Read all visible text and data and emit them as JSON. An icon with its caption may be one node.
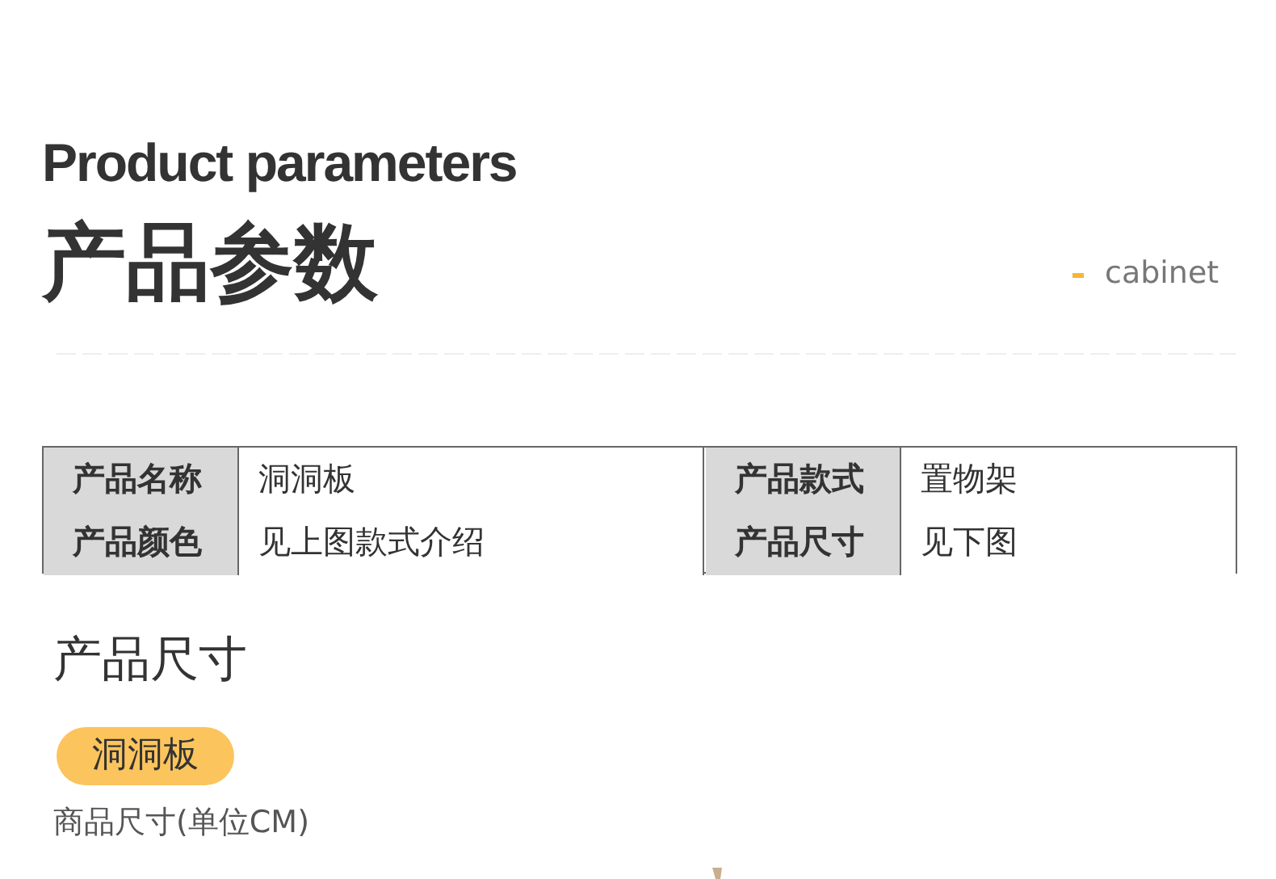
{
  "diagram": {
    "title": "Product parameters",
    "nodes": [
      {
        "text": [
          "洞洞板"
        ]
      }
    ],
    "labels": [
      "产品参数",
      "cabinet",
      "产品名称",
      "洞洞板",
      "产品款式",
      "置物架",
      "产品颜色",
      "见上图款式介绍",
      "产品尺寸",
      "见下图",
      "产品尺寸",
      "商品尺寸(单位CM)"
    ]
  }
}
